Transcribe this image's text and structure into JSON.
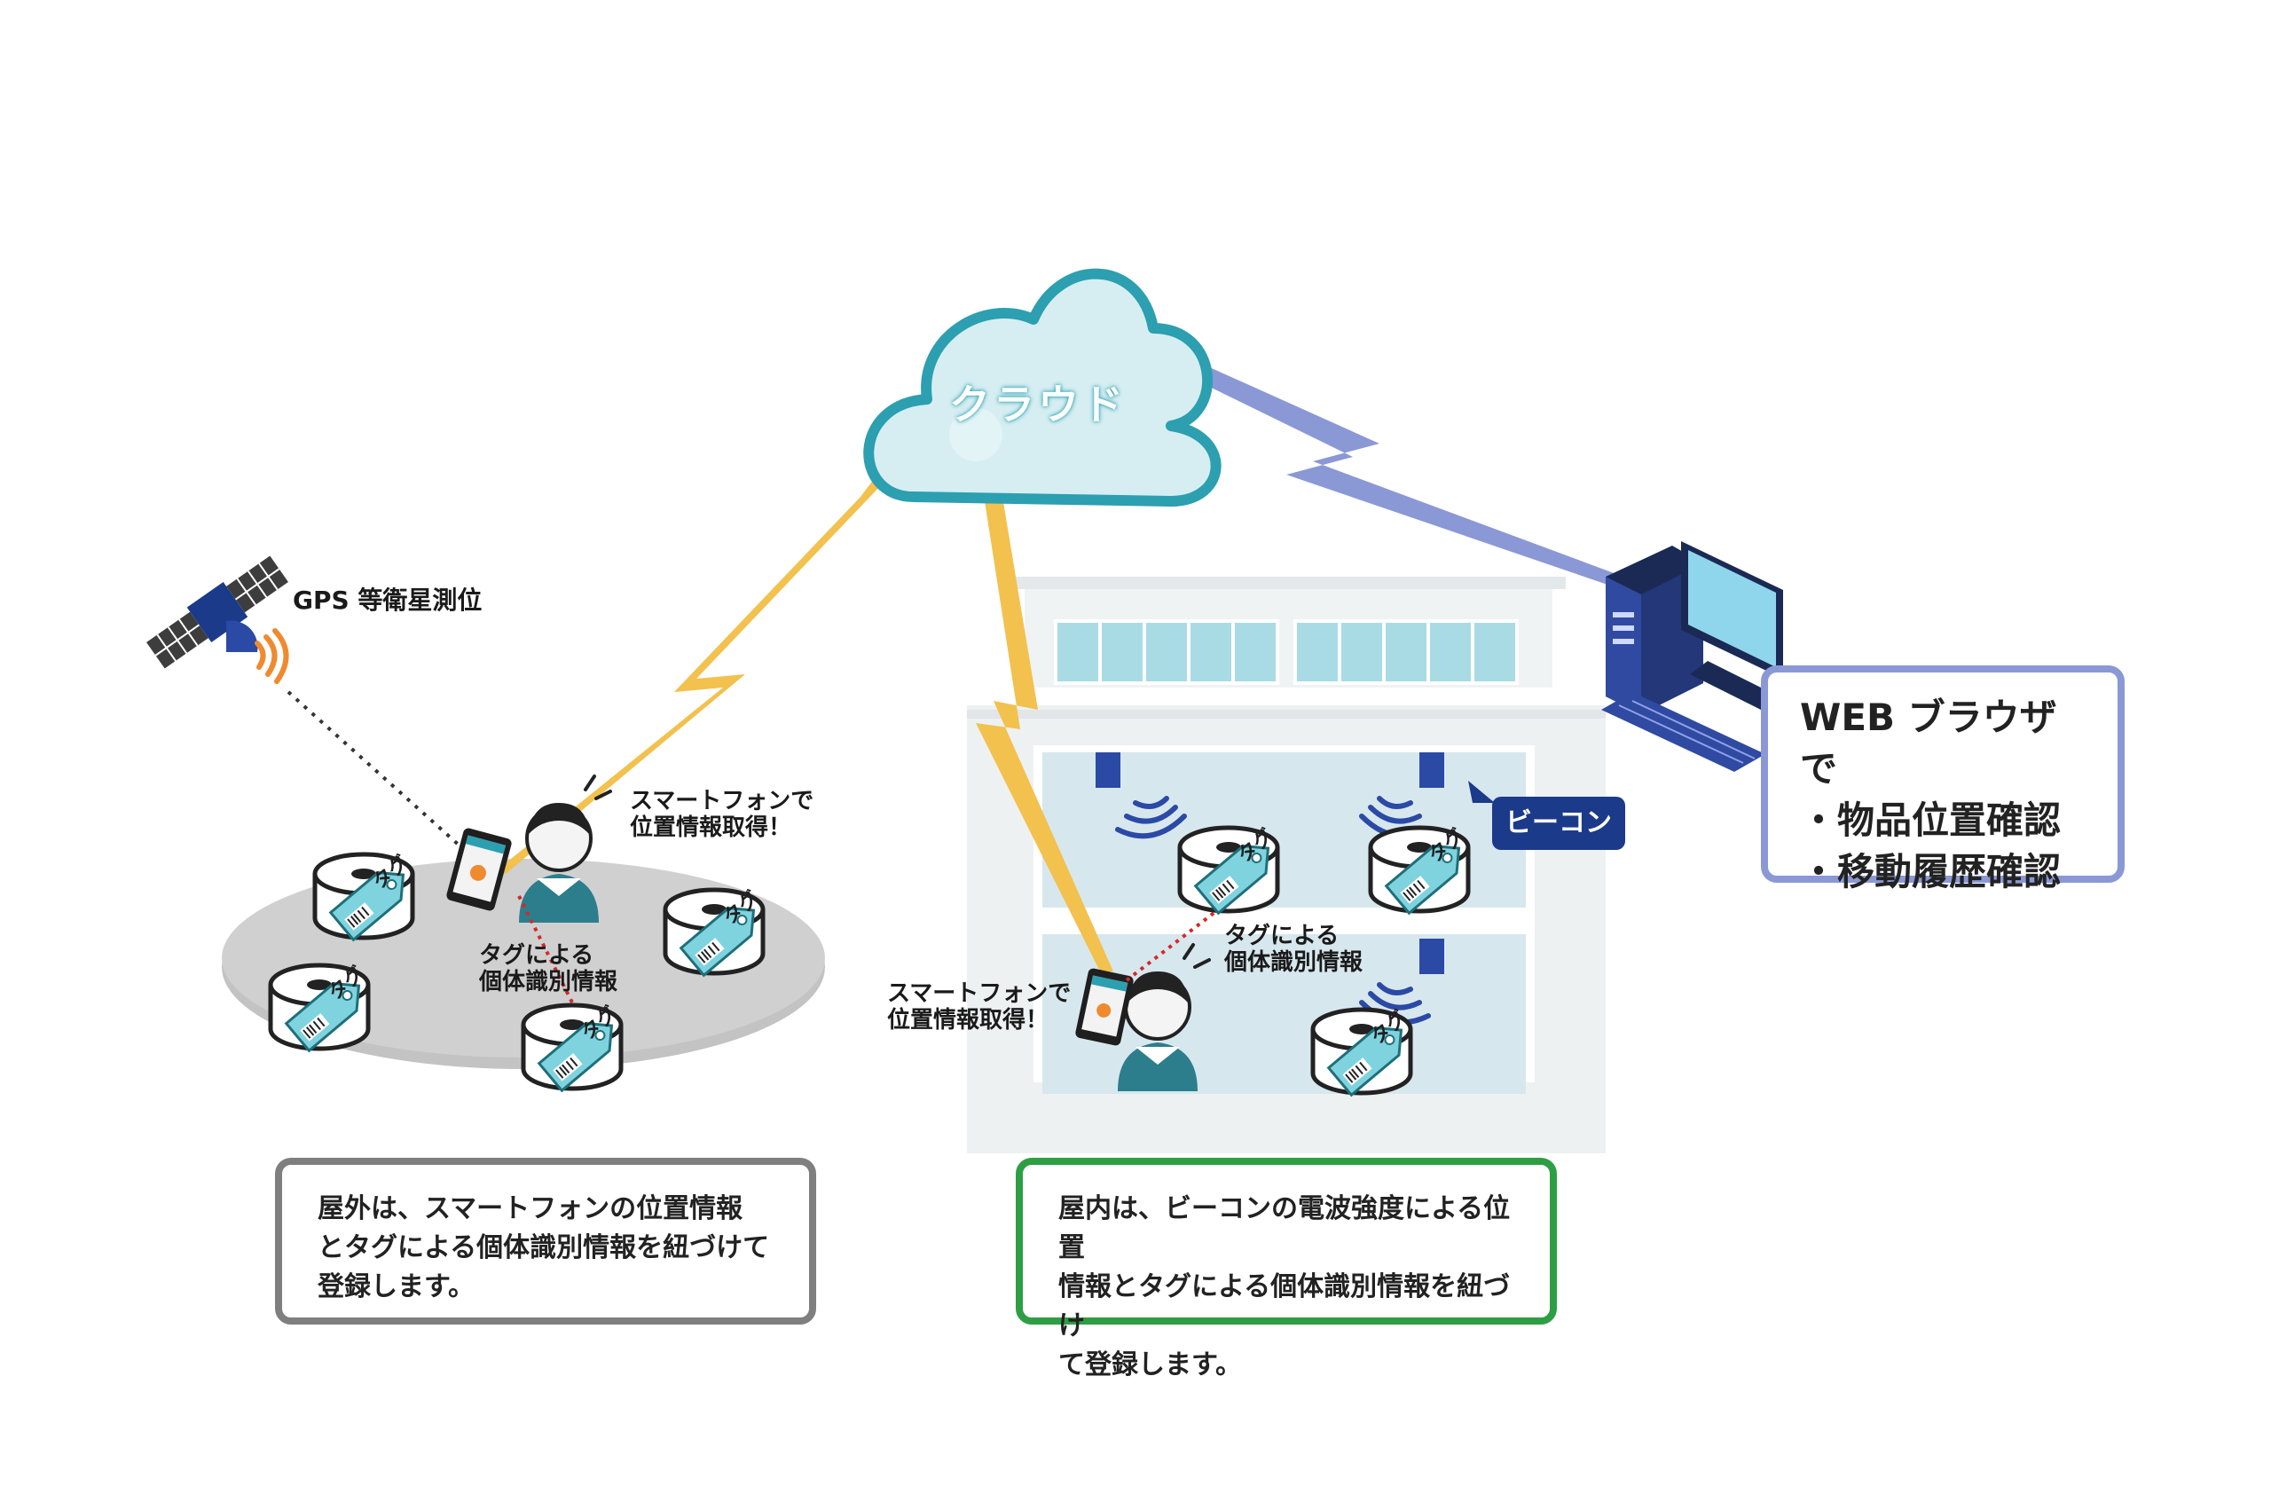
{
  "cloud": {
    "label": "クラウド"
  },
  "gps": {
    "label": "GPS 等衛星測位"
  },
  "outdoor": {
    "smartphone_line1": "スマートフォンで",
    "smartphone_line2": "位置情報取得！",
    "tag_line1": "タグによる",
    "tag_line2": "個体識別情報",
    "tag_text": "タグ",
    "description": [
      "屋外は、スマートフォンの位置情報",
      "とタグによる個体識別情報を紐づけて",
      "登録します。"
    ]
  },
  "indoor": {
    "beacon_label": "ビーコン",
    "smartphone_line1": "スマートフォンで",
    "smartphone_line2": "位置情報取得！",
    "tag_line1": "タグによる",
    "tag_line2": "個体識別情報",
    "tag_text": "タグ",
    "description": [
      "屋内は、ビーコンの電波強度による位置",
      "情報とタグによる個体識別情報を紐づけ",
      "て登録します。"
    ]
  },
  "web": {
    "title": "WEB ブラウザで",
    "items": [
      "・物品位置確認",
      "・移動履歴確認"
    ]
  },
  "colors": {
    "cloud_fill": "#d6eef2",
    "cloud_stroke": "#2c9fb0",
    "lightning": "#f2c14e",
    "web_link": "#8b98d6",
    "beacon": "#1b3a8a",
    "tag": "#7fd3df",
    "ground": "#c8c8c8",
    "building": "#e9eef0",
    "room": "#d8e8ee"
  }
}
